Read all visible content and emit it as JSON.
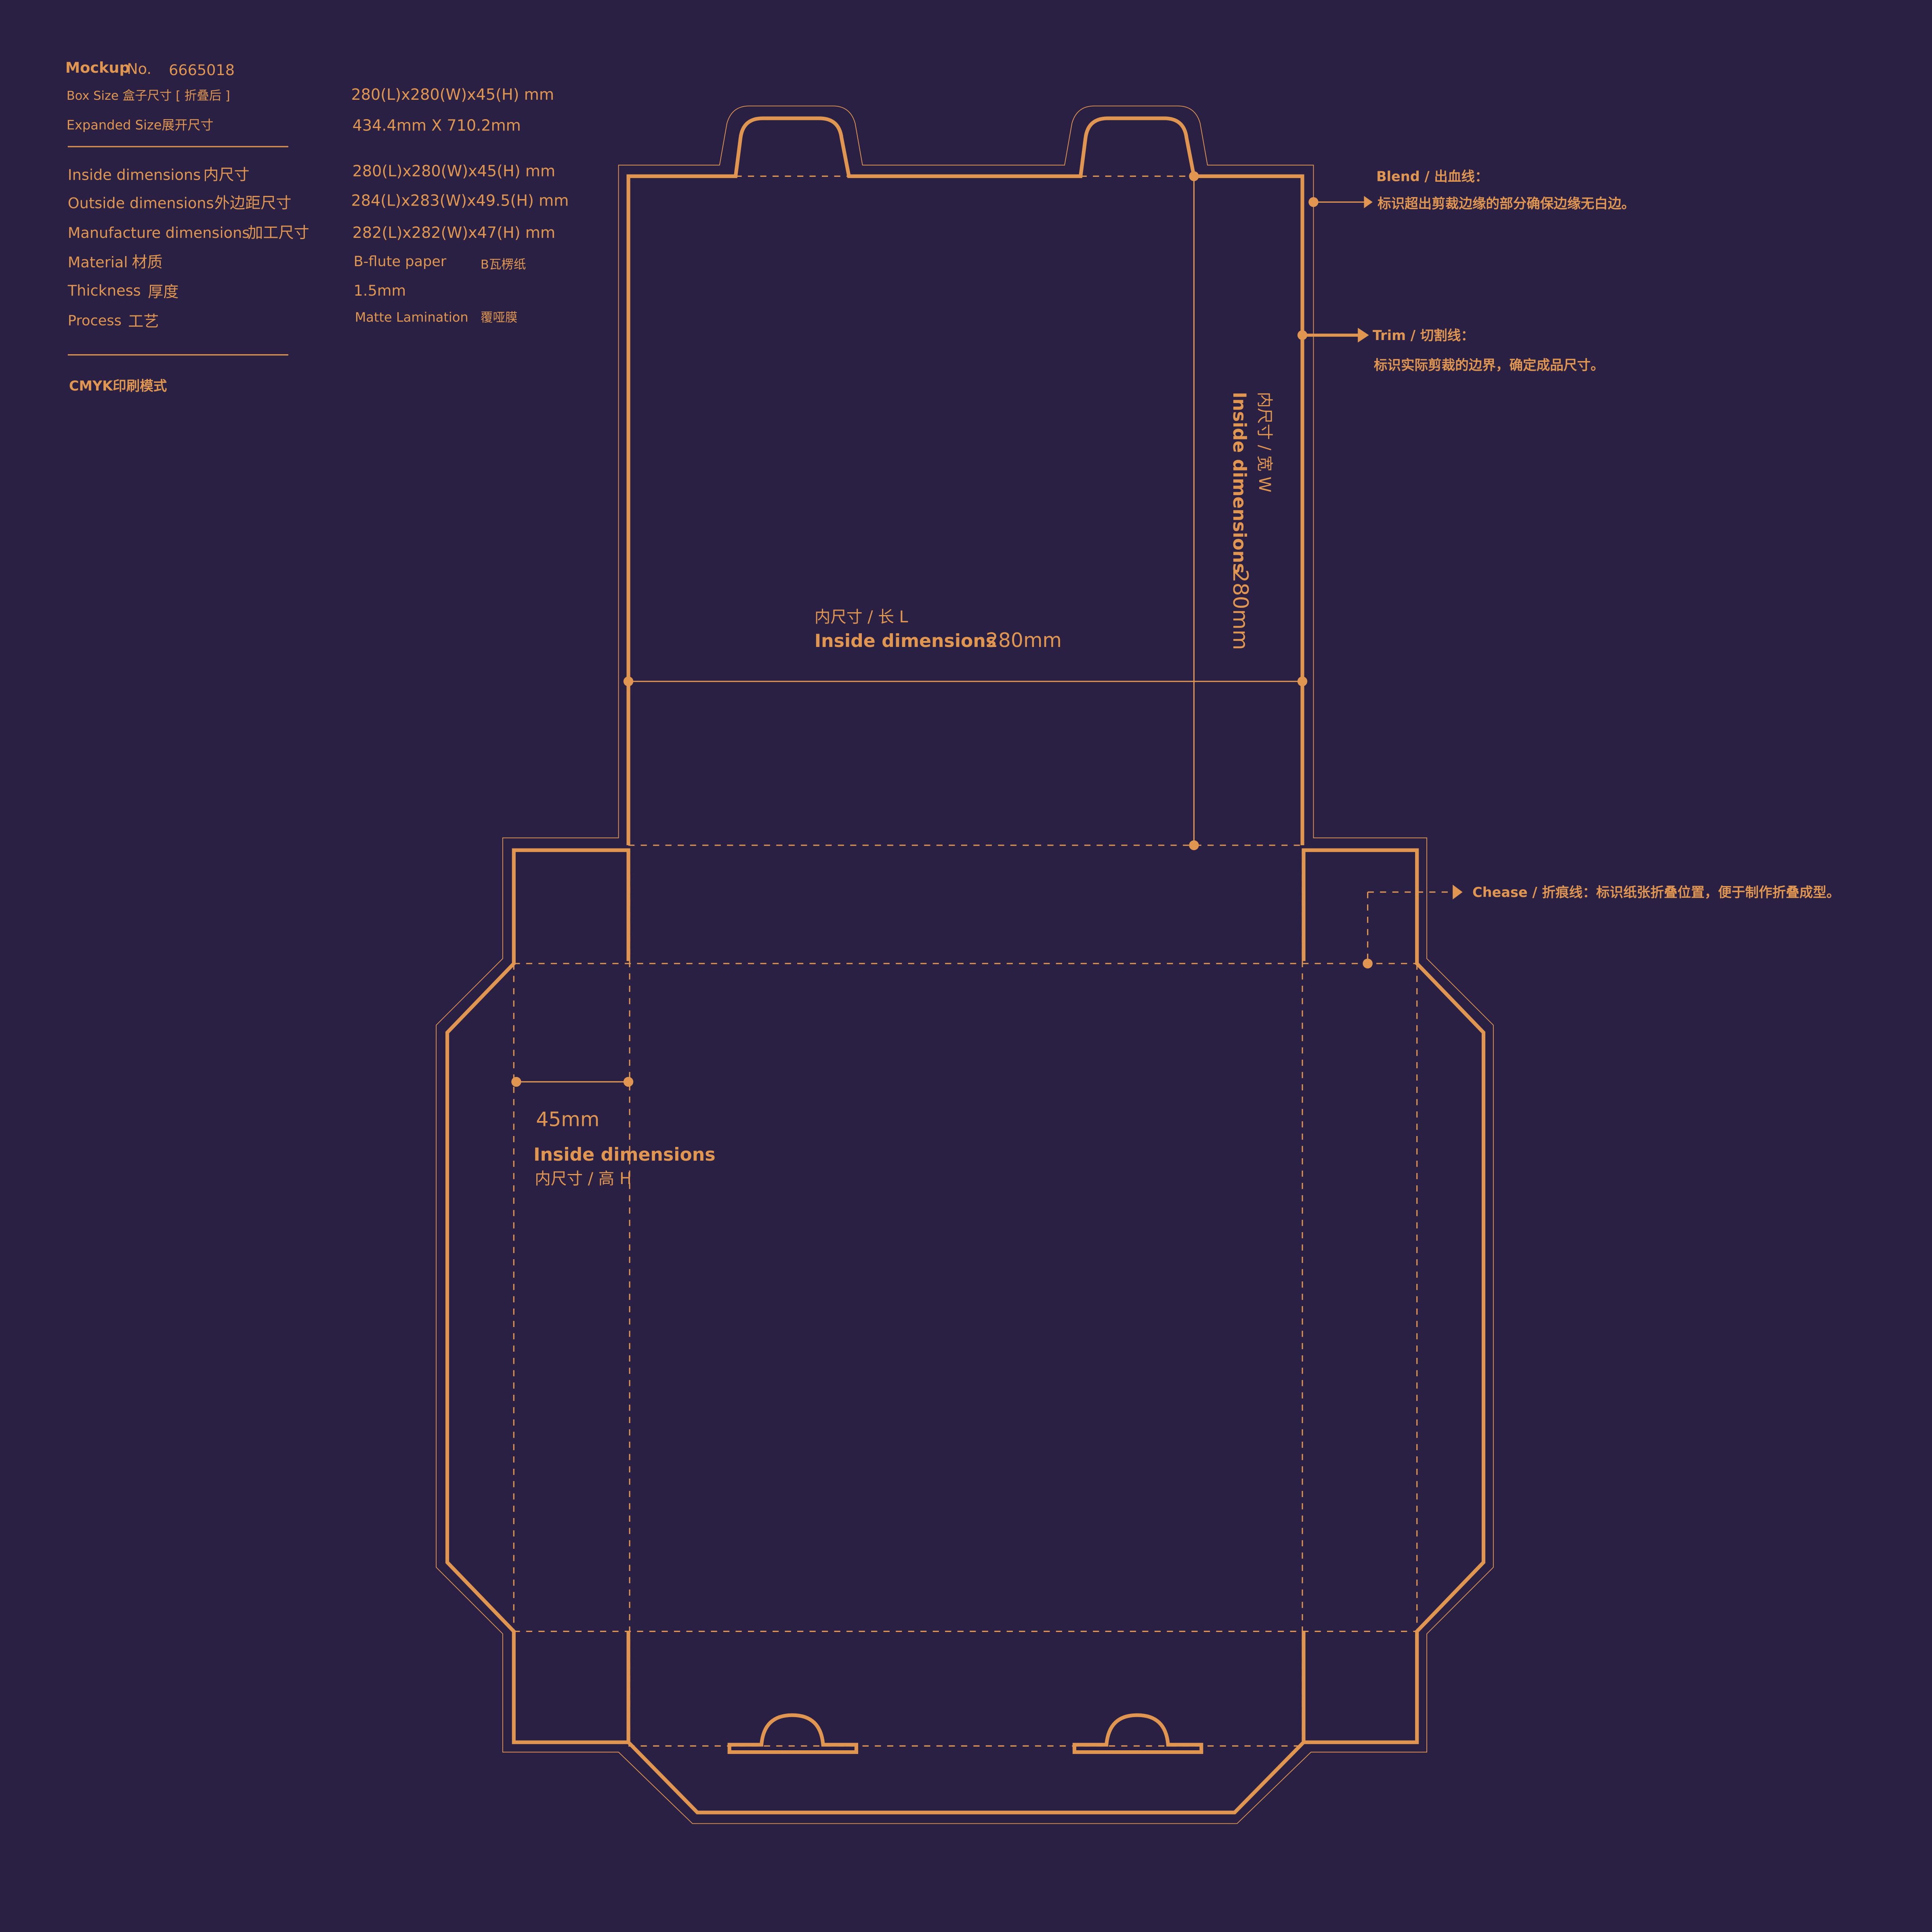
{
  "colors": {
    "background": "#2a2043",
    "accent": "#e09650"
  },
  "spec": {
    "mockup_label": "Mockup",
    "no_label": "No.",
    "mockup_no": "6665018",
    "box_size_label": "Box Size 盒子尺寸 [ 折叠后 ]",
    "box_size_value": "280(L)x280(W)x45(H) mm",
    "expanded_label": "Expanded Size展开尺寸",
    "expanded_value": "434.4mm X 710.2mm",
    "inside_en": "Inside dimensions",
    "inside_cn": "内尺寸",
    "inside_value": "280(L)x280(W)x45(H) mm",
    "outside_en": "Outside dimensions",
    "outside_cn": "外边距尺寸",
    "outside_value": "284(L)x283(W)x49.5(H) mm",
    "manufacture_en": "Manufacture dimensions",
    "manufacture_cn": "加工尺寸",
    "manufacture_value": "282(L)x282(W)x47(H) mm",
    "material_en": "Material",
    "material_cn": "材质",
    "material_value": "B-flute paper",
    "material_value_cn": "B瓦楞纸",
    "thickness_en": "Thickness",
    "thickness_cn": "厚度",
    "thickness_value": "1.5mm",
    "process_en": "Process",
    "process_cn": "工艺",
    "process_value": "Matte Lamination",
    "process_value_cn": "覆哑膜",
    "print_mode": "CMYK印刷模式"
  },
  "legend": {
    "bleed_title": "Blend / 出血线：",
    "bleed_desc": "标识超出剪裁边缘的部分确保边缘无白边。",
    "trim_title": "Trim / 切割线：",
    "trim_desc": "标识实际剪裁的边界，确定成品尺寸。",
    "crease": "Chease / 折痕线：标识纸张折叠位置，便于制作折叠成型。"
  },
  "dims": {
    "length_cn": "内尺寸 / 长 L",
    "length_en": "Inside  dimensions",
    "length_value": "280mm",
    "width_cn": "内尺寸  /  宽 W",
    "width_en": "Inside  dimensions",
    "width_value": "280mm",
    "height_value": "45mm",
    "height_en": "Inside  dimensions",
    "height_cn": "内尺寸 / 高 H"
  }
}
